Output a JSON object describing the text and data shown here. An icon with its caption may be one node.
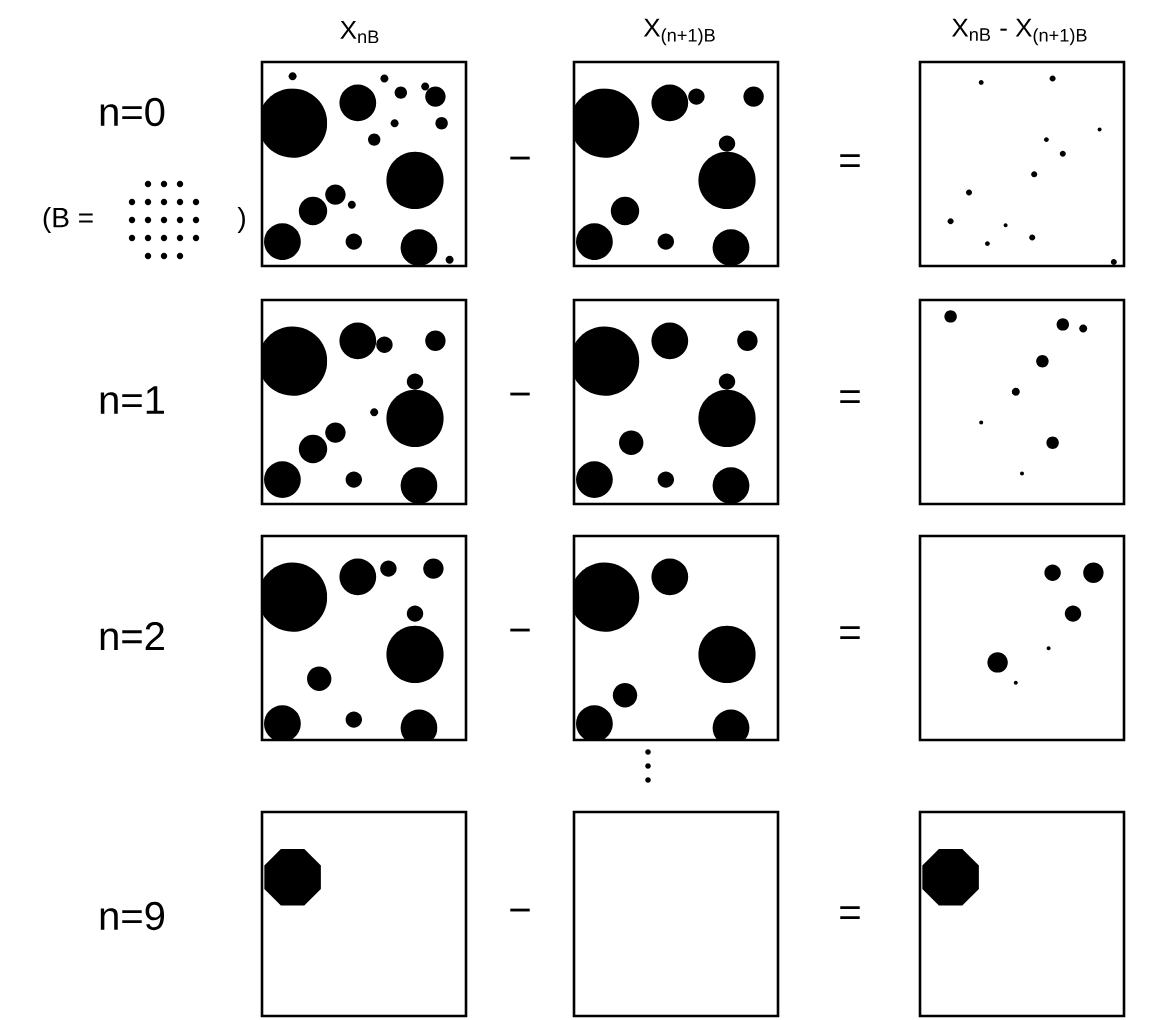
{
  "diagram": {
    "labels": [
      "X$_{nB}$",
      "X$_{(n+1)B}$",
      "X$_{nB}$ - X$_{(n+1)B}$",
      "n=0",
      "−",
      "=",
      "(B =",
      ")",
      "n=1",
      "−",
      "=",
      "n=2",
      "−",
      "=",
      "n=9",
      "−",
      "="
    ]
  }
}
